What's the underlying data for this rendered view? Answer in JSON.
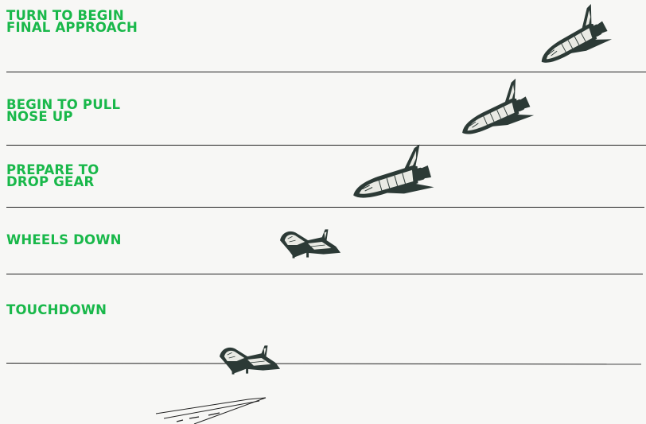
{
  "colors": {
    "label": "#19b84a",
    "rule": "#222222",
    "shuttle_light": "#e9eae4",
    "shuttle_dark": "#2c3a36",
    "background": "#f7f7f5"
  },
  "stages": [
    {
      "label": "TURN TO BEGIN\nFINAL APPROACH"
    },
    {
      "label": "BEGIN TO PULL\nNOSE UP"
    },
    {
      "label": "PREPARE TO\nDROP GEAR"
    },
    {
      "label": "WHEELS DOWN"
    },
    {
      "label": "TOUCHDOWN"
    }
  ]
}
